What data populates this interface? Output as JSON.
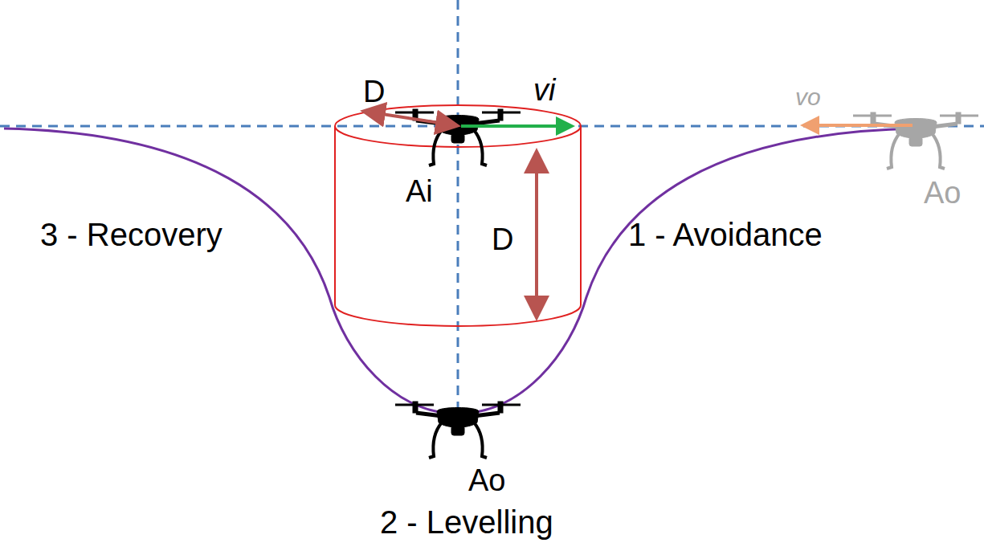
{
  "diagram": {
    "labels": [
      "D",
      "vi",
      "Ai",
      "D",
      "3 - Recovery",
      "1 - Avoidance",
      "vo",
      "Ao",
      "Ao",
      "2 - Levelling"
    ]
  }
}
